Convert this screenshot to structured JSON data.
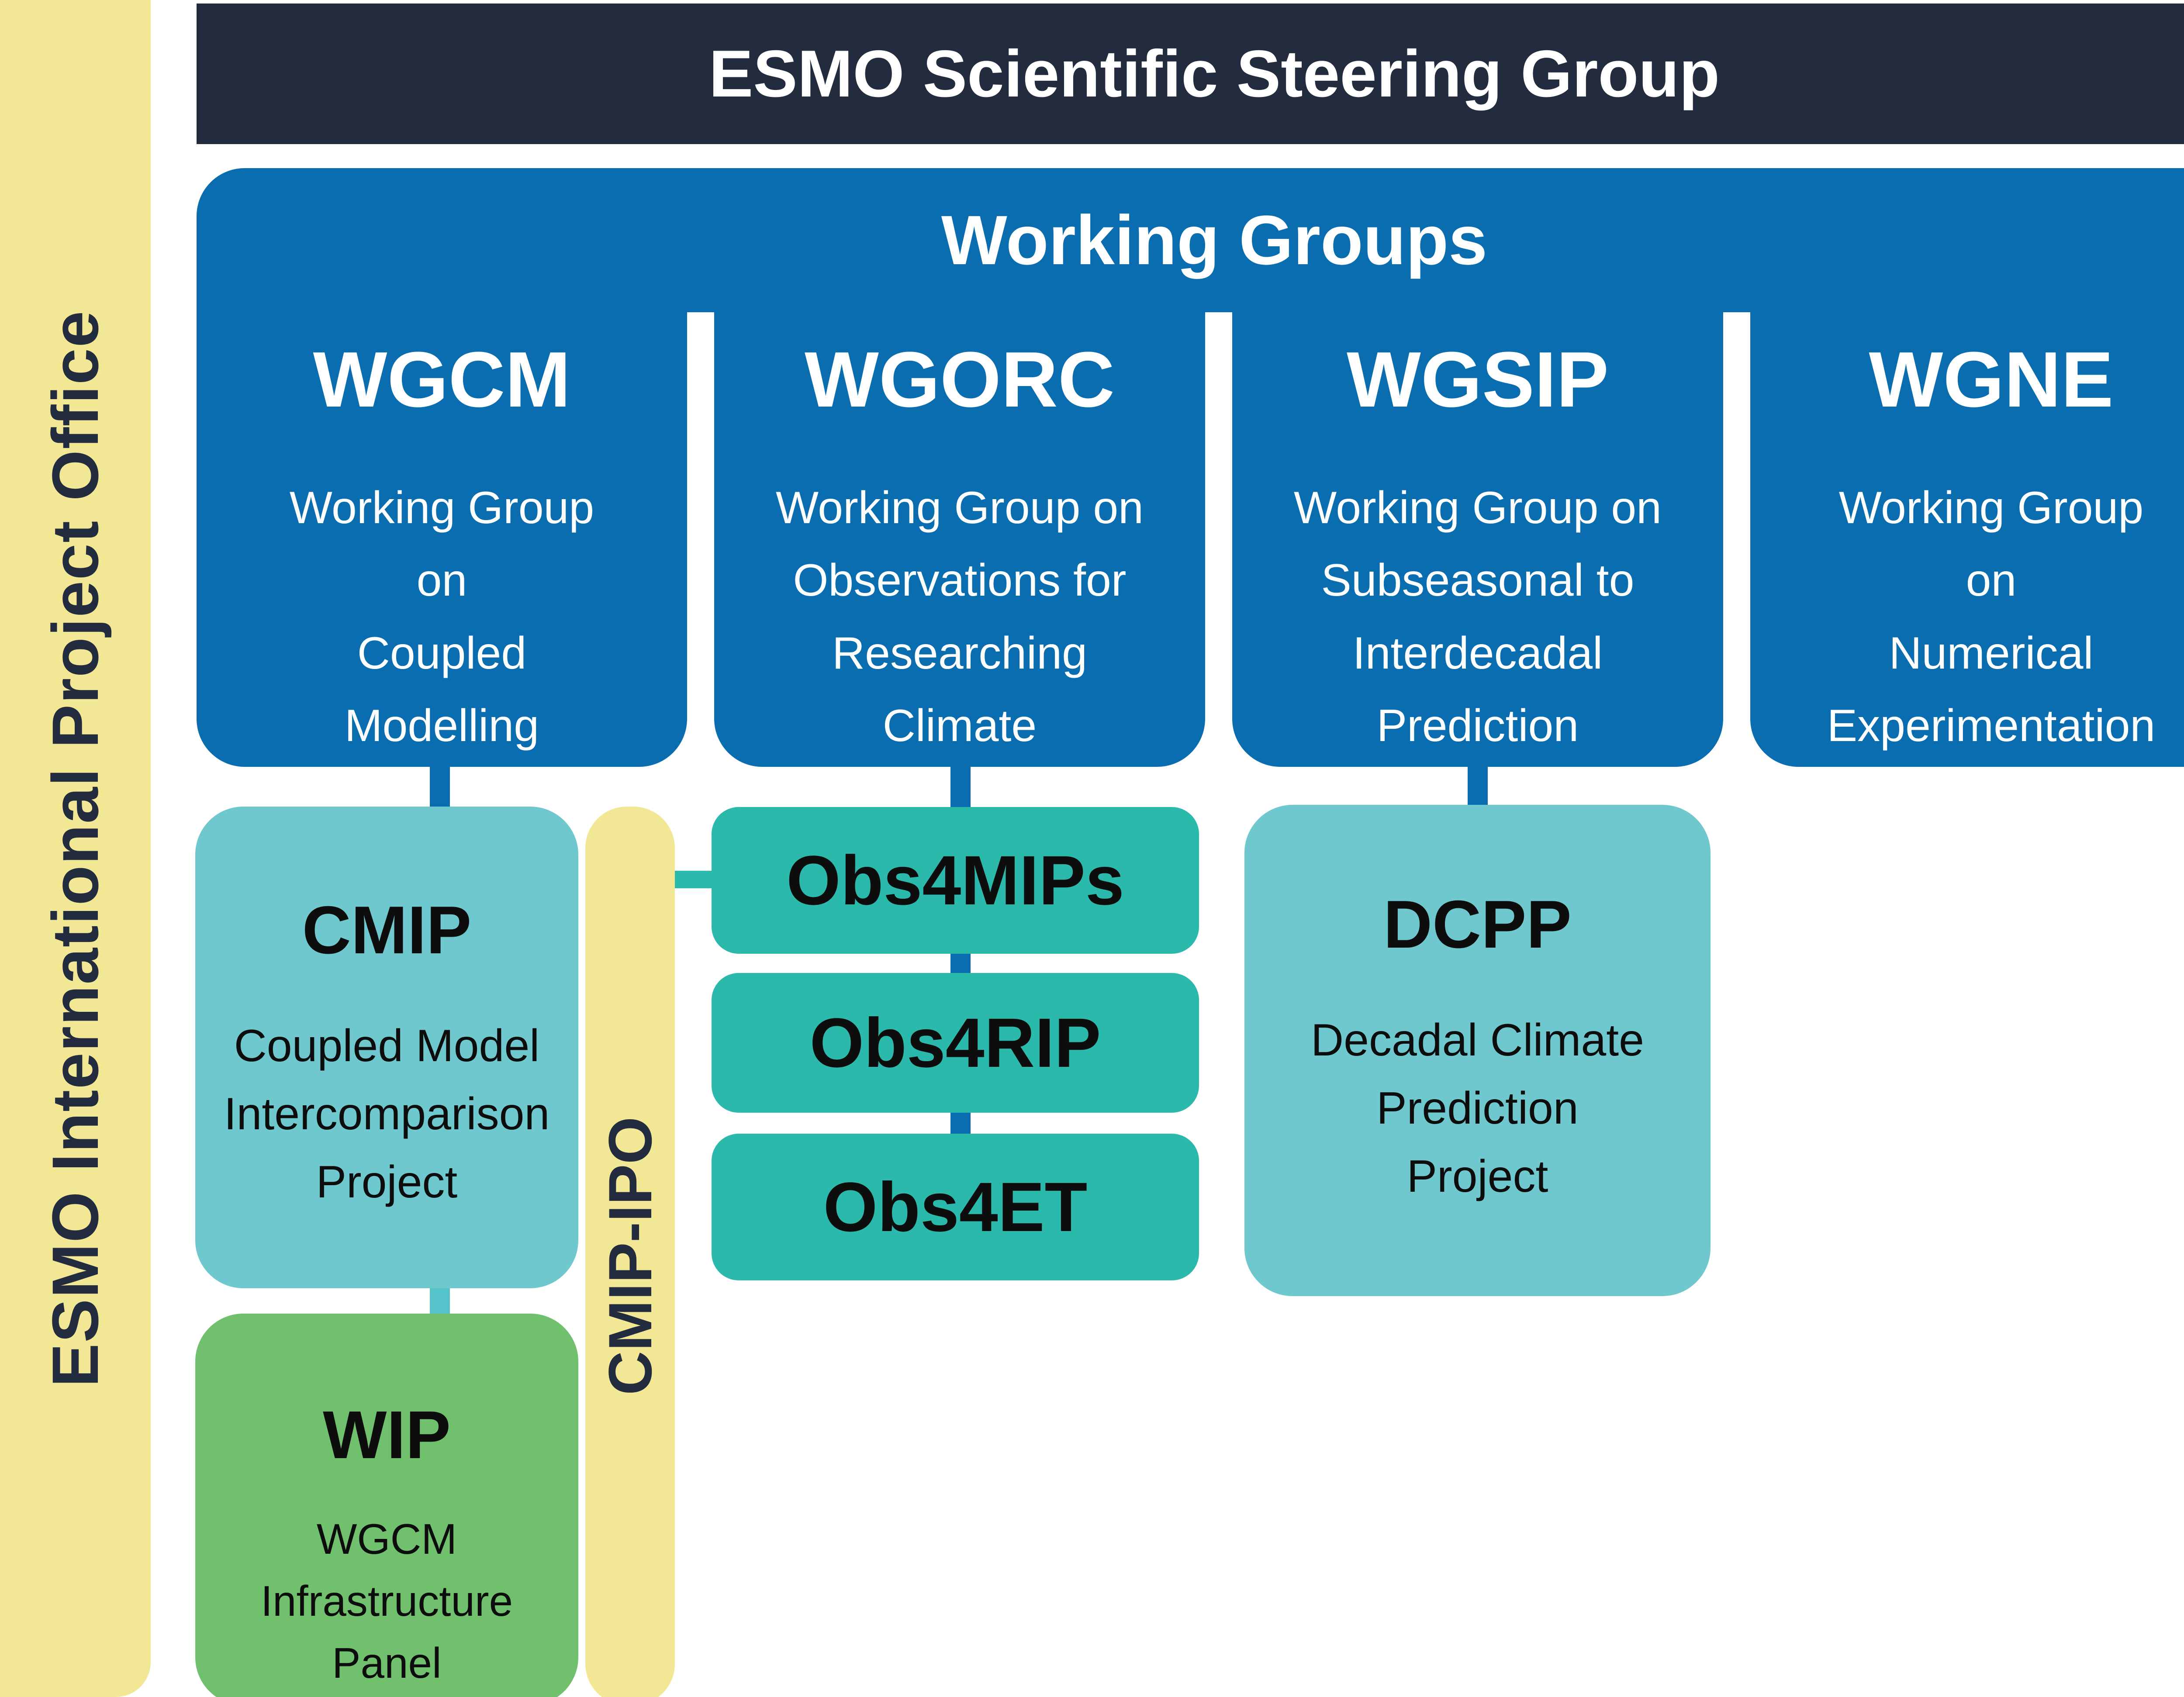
{
  "colors": {
    "navy": "#232C3E",
    "blue": "#0A6DAF",
    "teal": "#2BB9AB",
    "light_teal": "#6FC8CD",
    "green": "#71C06E",
    "yellow": "#F2E795",
    "cyan_connector": "#56C2C9",
    "text_dark": "#0D0D0D",
    "white": "#FFFFFF"
  },
  "sidebar": {
    "label": "ESMO International Project Office"
  },
  "header": {
    "title": "ESMO Scientific Steering Group"
  },
  "working_groups": {
    "title": "Working Groups",
    "groups": [
      {
        "acronym": "WGCM",
        "description": "Working Group\non\nCoupled\nModelling"
      },
      {
        "acronym": "WGORC",
        "description": "Working Group on\nObservations for\nResearching\nClimate"
      },
      {
        "acronym": "WGSIP",
        "description": "Working Group on\nSubseasonal to\nInterdecadal\nPrediction"
      },
      {
        "acronym": "WGNE",
        "description": "Working Group\non\nNumerical\nExperimentation"
      }
    ]
  },
  "projects": {
    "cmip": {
      "acronym": "CMIP",
      "description": "Coupled Model\nIntercomparison\nProject"
    },
    "wip": {
      "acronym": "WIP",
      "description": "WGCM\nInfrastructure\nPanel"
    },
    "cmip_ipo": {
      "label": "CMIP-IPO"
    },
    "obs": [
      {
        "label": "Obs4MIPs"
      },
      {
        "label": "Obs4RIP"
      },
      {
        "label": "Obs4ET"
      }
    ],
    "dcpp": {
      "acronym": "DCPP",
      "description": "Decadal Climate\nPrediction\nProject"
    }
  }
}
